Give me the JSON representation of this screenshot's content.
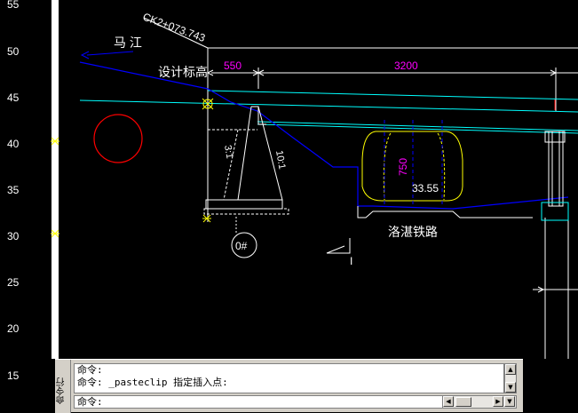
{
  "ruler": {
    "ticks": [
      "55",
      "50",
      "45",
      "40",
      "35",
      "30",
      "25",
      "20",
      "15"
    ]
  },
  "drawing": {
    "chainage_label": "CK2+073.743",
    "river_label": "马 江",
    "design_elevation_label": "设计标高",
    "dim_550": "550",
    "dim_3200": "3200",
    "dim_750": "750",
    "elevation_value": "33.55",
    "slope_left": "3:1",
    "slope_right": "10:1",
    "railway_label": "洛湛铁路",
    "pier_label": "0#",
    "section_label": "I"
  },
  "command_window": {
    "handle_label": "命令行",
    "history": [
      "命令:",
      "命令: _pasteclip 指定插入点:"
    ],
    "prompt": "命令:"
  },
  "colors": {
    "background": "#000000",
    "white": "#ffffff",
    "cyan": "#00ffff",
    "blue": "#0000ff",
    "magenta": "#ff00ff",
    "yellow": "#ffff00",
    "red": "#ff0000"
  }
}
